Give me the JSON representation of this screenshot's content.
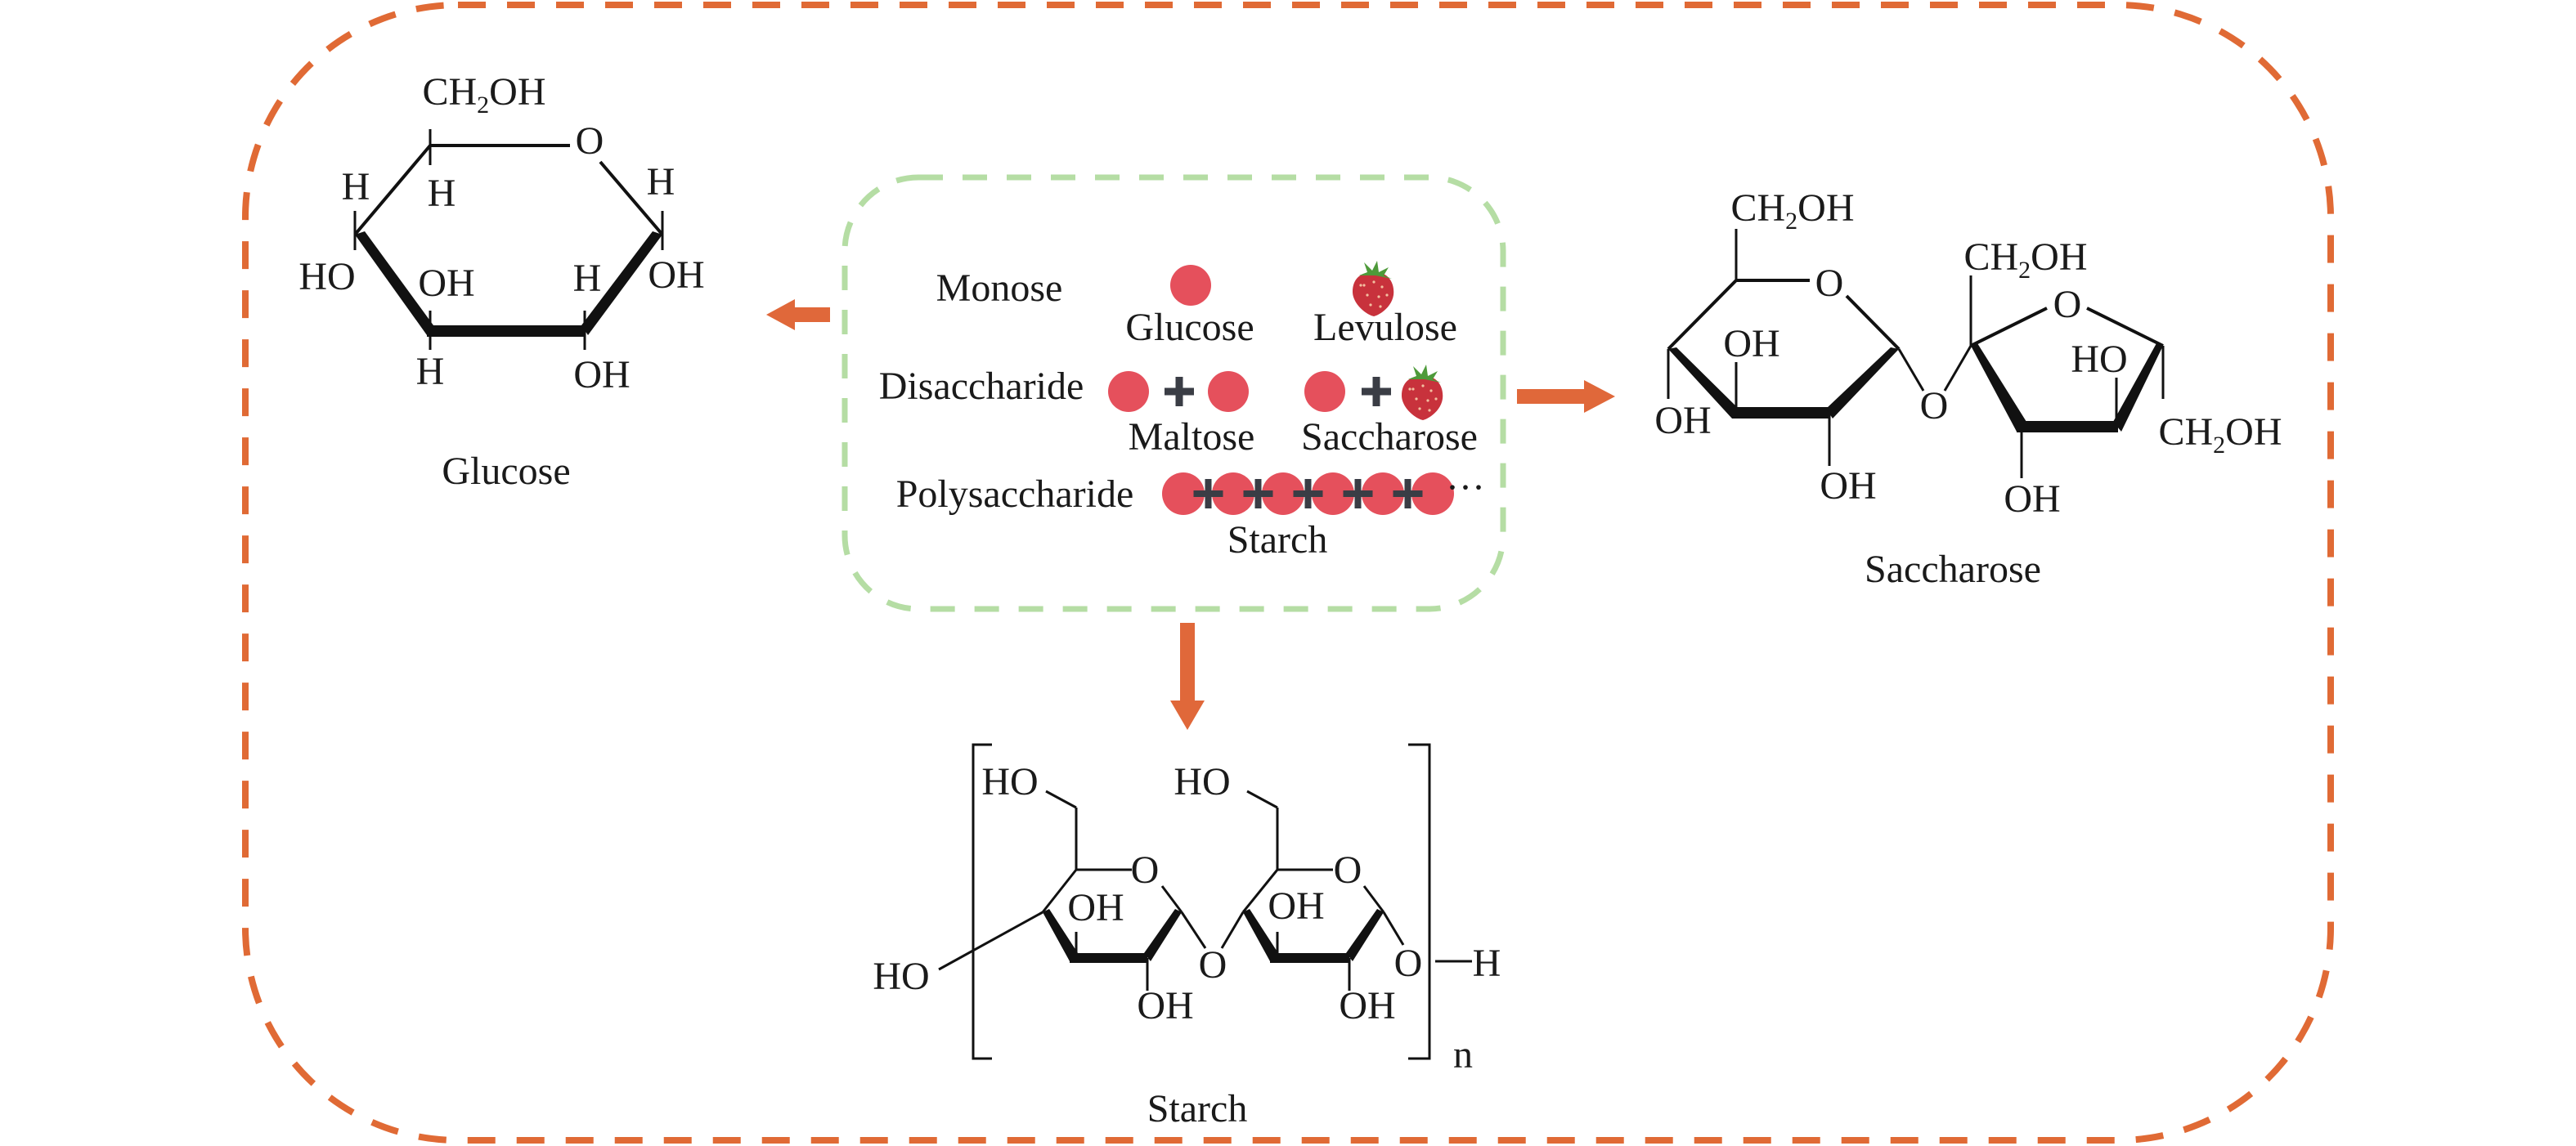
{
  "colors": {
    "outer_border": "#E06A35",
    "inner_border": "#B5DDA4",
    "arrow": "#E0683A",
    "glucose_dot": "#E5505C",
    "plus": "#3A3D45",
    "strawberry": "#C8323C",
    "strawberry_leaf": "#4E9A3A",
    "ink": "#1a1a1a"
  },
  "legend": {
    "rows": [
      {
        "label": "Monose",
        "items": [
          {
            "icon": "glucose-dot-icon",
            "label": "Glucose"
          },
          {
            "icon": "strawberry-icon",
            "label": "Levulose"
          }
        ]
      },
      {
        "label": "Disaccharide",
        "items": [
          {
            "icon": "glucose-plus-glucose",
            "label": "Maltose"
          },
          {
            "icon": "glucose-plus-strawberry",
            "label": "Saccharose"
          }
        ]
      },
      {
        "label": "Polysaccharide",
        "items": [
          {
            "icon": "glucose-chain-icon",
            "label": "Starch",
            "suffix": "···"
          }
        ]
      }
    ]
  },
  "structures": {
    "glucose": {
      "caption": "Glucose",
      "ch2oh": "CH",
      "sub2": "2",
      "oh_tail": "OH",
      "ring_o": "O",
      "h": "H",
      "ho": "HO",
      "oh": "OH"
    },
    "saccharose": {
      "caption": "Saccharose",
      "ch2oh": "CH",
      "sub2": "2",
      "oh_tail": "OH",
      "ring_o": "O",
      "bridge_o": "O",
      "ho": "HO",
      "oh": "OH"
    },
    "starch": {
      "caption": "Starch",
      "ho": "HO",
      "oh": "OH",
      "ring_o": "O",
      "bridge_o": "O",
      "terminal_h": "H",
      "repeat_n": "n"
    }
  }
}
